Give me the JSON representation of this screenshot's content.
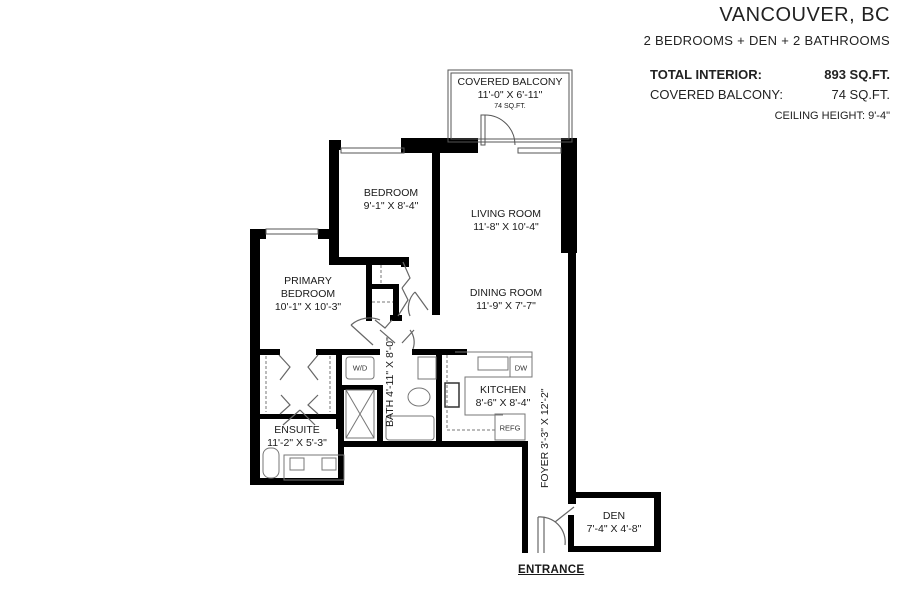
{
  "header": {
    "city": "VANCOUVER, BC",
    "unit_type": "2 BEDROOMS + DEN + 2 BATHROOMS",
    "areas": [
      {
        "label": "TOTAL INTERIOR:",
        "value": "893 SQ.FT.",
        "bold": true
      },
      {
        "label": "COVERED BALCONY:",
        "value": "74 SQ.FT.",
        "bold": false
      }
    ],
    "ceiling_height": "CEILING HEIGHT: 9'-4\""
  },
  "rooms": {
    "balcony": {
      "name": "COVERED BALCONY",
      "dims": "11'-0\" X 6'-11\"",
      "area": "74 SQ.FT."
    },
    "bedroom": {
      "name": "BEDROOM",
      "dims": "9'-1\" X 8'-4\""
    },
    "living": {
      "name": "LIVING ROOM",
      "dims": "11'-8\" X 10'-4\""
    },
    "dining": {
      "name": "DINING ROOM",
      "dims": "11'-9\" X 7'-7\""
    },
    "primary": {
      "name1": "PRIMARY",
      "name2": "BEDROOM",
      "dims": "10'-1\" X 10'-3\""
    },
    "kitchen": {
      "name": "KITCHEN",
      "dims": "8'-6\" X 8'-4\""
    },
    "bath": {
      "name": "BATH",
      "dims": "4'-11\" X 8'-0\""
    },
    "ensuite": {
      "name": "ENSUITE",
      "dims": "11'-2\" X 5'-3\""
    },
    "foyer": {
      "name": "FOYER",
      "dims": "3'-3\" X 12'-2\""
    },
    "den": {
      "name": "DEN",
      "dims": "7'-4\" X 4'-8\""
    }
  },
  "appliances": {
    "washer_dryer": "W/D",
    "dishwasher": "DW",
    "refrigerator": "REFG"
  },
  "entrance_label": "ENTRANCE",
  "colors": {
    "wall": "#000000",
    "fixture": "#777777",
    "background": "#ffffff"
  }
}
